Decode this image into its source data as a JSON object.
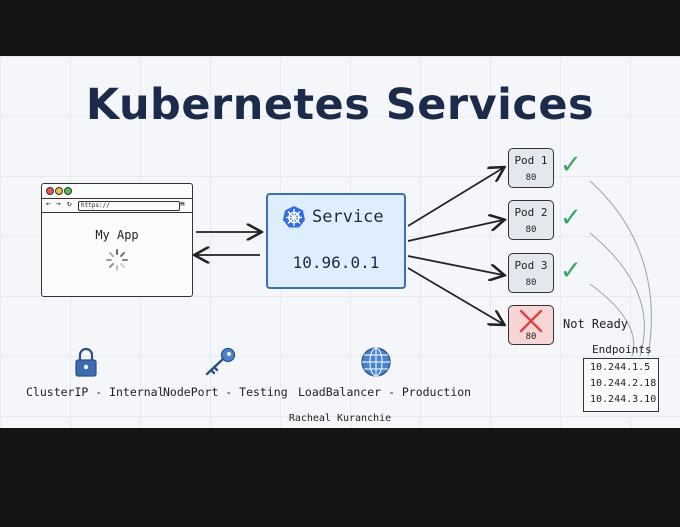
{
  "title": "Kubernetes Services",
  "browser": {
    "url": "https://",
    "app_label": "My App"
  },
  "service": {
    "name": "Service",
    "ip": "10.96.0.1"
  },
  "pods": [
    {
      "name": "Pod 1",
      "port": "80",
      "status": "ready"
    },
    {
      "name": "Pod 2",
      "port": "80",
      "status": "ready"
    },
    {
      "name": "Pod 3",
      "port": "80",
      "status": "ready"
    },
    {
      "name": "",
      "port": "80",
      "status": "not-ready"
    }
  ],
  "not_ready_label": "Not Ready",
  "endpoints": {
    "title": "Endpoints",
    "ips": [
      "10.244.1.5",
      "10.244.2.18",
      "10.244.3.10"
    ]
  },
  "service_types": [
    {
      "label": "ClusterIP - Internal",
      "icon": "lock-icon"
    },
    {
      "label": "NodePort - Testing",
      "icon": "key-icon"
    },
    {
      "label": "LoadBalancer - Production",
      "icon": "globe-icon"
    }
  ],
  "author": "Racheal Kuranchie",
  "colors": {
    "title": "#1c2b4a",
    "service_fill": "#dfeefd",
    "service_border": "#3d6fb5",
    "check": "#3aa663",
    "fail": "#d94545",
    "icon_blue": "#3b6cb0"
  }
}
